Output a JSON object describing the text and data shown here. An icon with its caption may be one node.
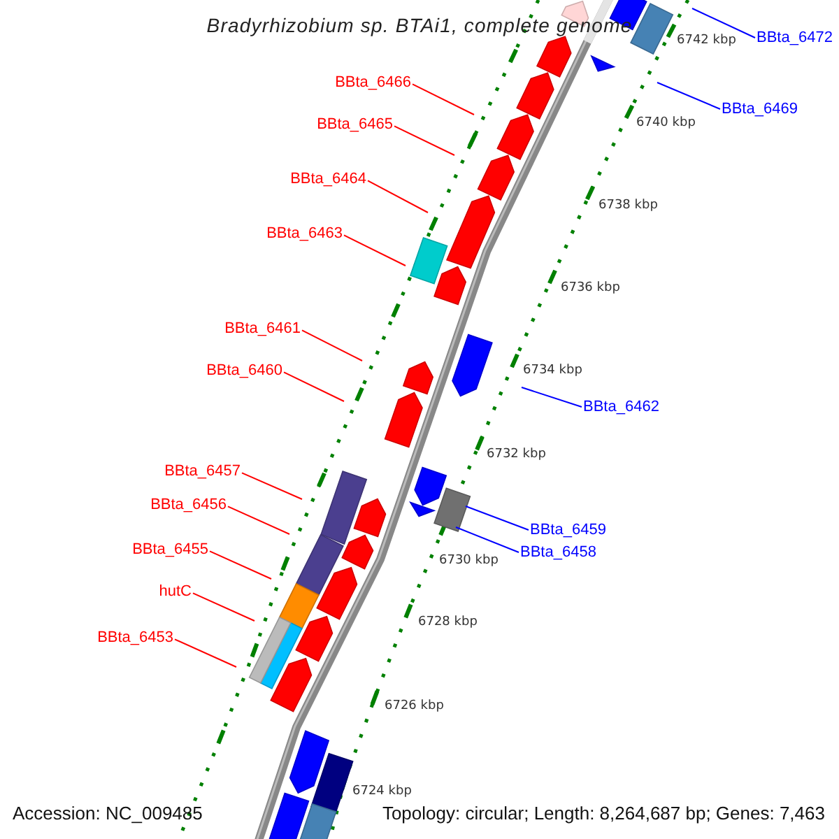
{
  "diagram": {
    "title": "Bradyrhizobium sp. BTAi1, complete genome",
    "nodes": [
      {
        "text": [
          "BBta_6472"
        ]
      },
      {
        "text": [
          "BBta_6466"
        ]
      },
      {
        "text": [
          "BBta_6469"
        ]
      },
      {
        "text": [
          "BBta_6465"
        ]
      },
      {
        "text": [
          "BBta_6464"
        ]
      },
      {
        "text": [
          "BBta_6463"
        ]
      },
      {
        "text": [
          "BBta_6461"
        ]
      },
      {
        "text": [
          "BBta_6460"
        ]
      },
      {
        "text": [
          "BBta_6462"
        ]
      },
      {
        "text": [
          "BBta_6457"
        ]
      },
      {
        "text": [
          "BBta_6456"
        ]
      },
      {
        "text": [
          "BBta_6459"
        ]
      },
      {
        "text": [
          "BBta_6455"
        ]
      },
      {
        "text": [
          "BBta_6458"
        ]
      },
      {
        "text": [
          "hutC"
        ]
      },
      {
        "text": [
          "BBta_6453"
        ]
      }
    ],
    "edges": [
      {
        "from": 0,
        "to": null,
        "arrow": "none",
        "color": "#0000ff"
      },
      {
        "from": 1,
        "to": null,
        "arrow": "none"
      },
      {
        "from": 2,
        "to": null,
        "arrow": "none",
        "color": "#0000ff"
      },
      {
        "from": 3,
        "to": null,
        "arrow": "none"
      },
      {
        "from": 4,
        "to": null,
        "arrow": "none"
      },
      {
        "from": 5,
        "to": null,
        "arrow": "none"
      },
      {
        "from": 6,
        "to": null,
        "arrow": "none"
      },
      {
        "from": 7,
        "to": null,
        "arrow": "none"
      },
      {
        "from": 8,
        "to": null,
        "arrow": "none",
        "color": "#0000ff"
      },
      {
        "from": 9,
        "to": null,
        "arrow": "none"
      },
      {
        "from": 10,
        "to": null,
        "arrow": "none"
      },
      {
        "from": 11,
        "to": null,
        "arrow": "none",
        "color": "#0000ff"
      },
      {
        "from": 12,
        "to": null,
        "arrow": "none"
      },
      {
        "from": 13,
        "to": null,
        "arrow": "none",
        "color": "#0000ff"
      },
      {
        "from": 14,
        "to": null,
        "arrow": "none"
      },
      {
        "from": 15,
        "to": null,
        "arrow": "none"
      }
    ],
    "labels": [
      "6742 kbp",
      "6740 kbp",
      "6738 kbp",
      "6736 kbp",
      "6734 kbp",
      "6732 kbp",
      "6730 kbp",
      "6728 kbp",
      "6726 kbp",
      "6724 kbp",
      "Accession: NC_009485",
      "Topology: circular; Length: 8,264,687 bp; Genes: 7,463"
    ]
  }
}
